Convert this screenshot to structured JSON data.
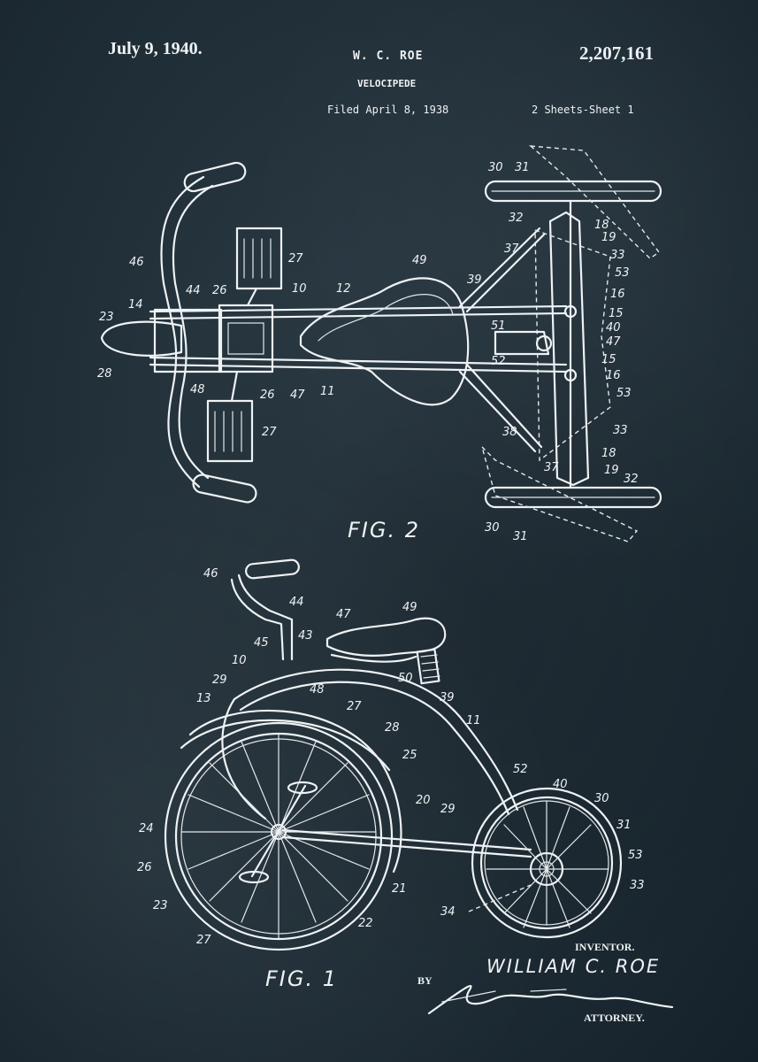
{
  "header": {
    "date": "July 9, 1940.",
    "inventor": "W. C. ROE",
    "title": "VELOCIPEDE",
    "filed": "Filed April 8, 1938",
    "patent_number": "2,207,161",
    "sheets": "2 Sheets-Sheet 1"
  },
  "figures": {
    "fig2_label": "FIG. 2",
    "fig1_label": "FIG. 1"
  },
  "signature": {
    "inventor_label": "INVENTOR.",
    "inventor_name": "WILLIAM C. ROE",
    "by_label": "BY",
    "attorney_label": "ATTORNEY."
  },
  "fig2_refs": {
    "r30": "30",
    "r31": "31",
    "r32": "32",
    "r37": "37",
    "r18": "18",
    "r19": "19",
    "r53": "53",
    "r33": "33",
    "r16": "16",
    "r15": "15",
    "r40": "40",
    "r47": "47",
    "r51": "51",
    "r52": "52",
    "r38": "38",
    "r39": "39",
    "r49": "49",
    "r12": "12",
    "r10": "10",
    "r46": "46",
    "r27": "27",
    "r44": "44",
    "r26": "26",
    "r14": "14",
    "r23": "23",
    "r28": "28",
    "r48": "48",
    "r11": "11"
  },
  "fig1_refs": {
    "r46": "46",
    "r44": "44",
    "r47": "47",
    "r49": "49",
    "r45": "45",
    "r43": "43",
    "r10": "10",
    "r29": "29",
    "r13": "13",
    "r48": "48",
    "r50": "50",
    "r39": "39",
    "r11": "11",
    "r27": "27",
    "r28": "28",
    "r25": "25",
    "r52": "52",
    "r40": "40",
    "r30": "30",
    "r31": "31",
    "r20": "20",
    "r24": "24",
    "r26": "26",
    "r53": "53",
    "r33": "33",
    "r21": "21",
    "r23": "23",
    "r34": "34",
    "r22": "22"
  }
}
